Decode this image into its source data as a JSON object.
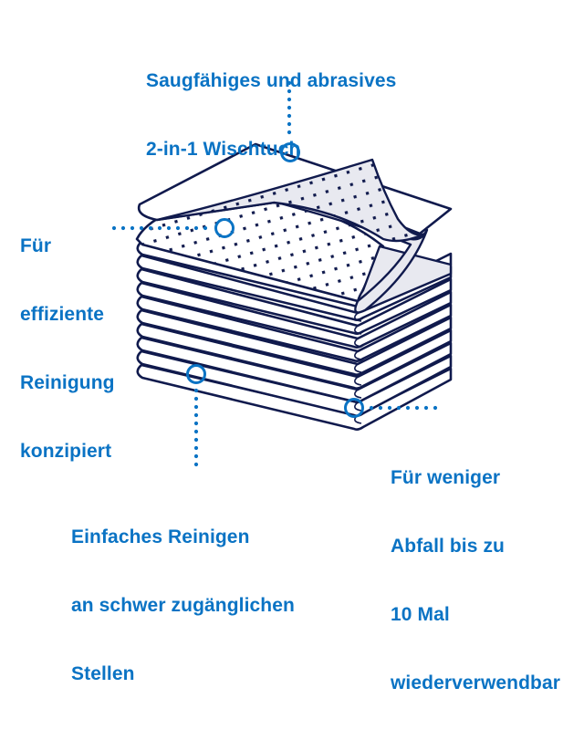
{
  "callouts": {
    "top": {
      "lines": [
        "Saugfähiges und abrasives",
        "2-in-1 Wischtuch"
      ]
    },
    "left": {
      "lines": [
        "Für",
        "effiziente",
        "Reinigung",
        "konzipiert"
      ]
    },
    "right": {
      "lines": [
        "Für weniger",
        "Abfall bis zu",
        "10 Mal",
        "wiederverwendbar"
      ]
    },
    "bottom": {
      "lines": [
        "Einfaches Reinigen",
        "an schwer zugänglichen",
        "Stellen"
      ]
    }
  },
  "colors": {
    "accent_blue": "#0a73c4",
    "outline_navy": "#101a4d",
    "fill_light": "#e8e9f0",
    "background": "#ffffff"
  },
  "illustration": {
    "subject": "stack-of-folded-cleaning-wipes",
    "stacked_sheet_count": 10
  }
}
